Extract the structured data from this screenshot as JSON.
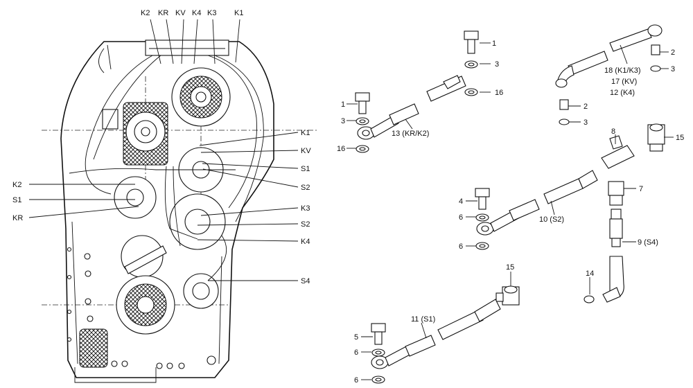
{
  "left_callouts": {
    "top": [
      "K2",
      "KR",
      "KV",
      "K4",
      "K3",
      "K1"
    ],
    "right": [
      "K1",
      "KV",
      "S1",
      "S2",
      "K3",
      "S2",
      "K4",
      "S4"
    ],
    "left": [
      "K2",
      "S1",
      "KR"
    ]
  },
  "part_labels": {
    "p1a": "1",
    "p3a": "3",
    "p16a": "16",
    "p1b": "1",
    "p3b": "3",
    "p16b": "16",
    "hose13": "13 (KR/K2)",
    "p2a": "2",
    "p3c": "3",
    "hose18": "18 (K1/K3)",
    "hose17": "17 (KV)",
    "hose12": "12 (K4)",
    "p2b": "2",
    "p3d": "3",
    "p8": "8",
    "p15a": "15",
    "p7": "7",
    "p4": "4",
    "p6a": "6",
    "p6b": "6",
    "hose10": "10 (S2)",
    "hose9": "9 (S4)",
    "p14": "14",
    "p15b": "15",
    "hose11": "11 (S1)",
    "p5": "5",
    "p6c": "6",
    "p6d": "6"
  }
}
